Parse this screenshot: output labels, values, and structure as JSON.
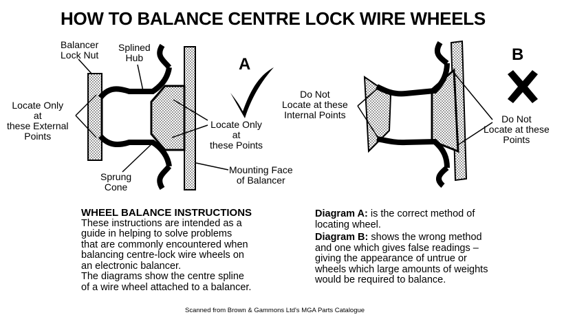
{
  "title": "HOW TO BALANCE CENTRE LOCK WIRE WHEELS",
  "diagram_a": {
    "letter": "A",
    "lock_nut": [
      "Balancer",
      "Lock Nut"
    ],
    "hub": [
      "Splined",
      "Hub"
    ],
    "external": [
      "Locate Only",
      "at",
      "these External",
      "Points"
    ],
    "points": [
      "Locate Only",
      "at",
      "these Points"
    ],
    "cone": [
      "Sprung",
      "Cone"
    ],
    "face": [
      "Mounting Face",
      "of Balancer"
    ]
  },
  "diagram_b": {
    "letter": "B",
    "internal": [
      "Do Not",
      "Locate at these",
      "Internal Points"
    ],
    "points": [
      "Do Not",
      "Locate at these",
      "Points"
    ]
  },
  "instructions": {
    "heading": "WHEEL BALANCE INSTRUCTIONS",
    "lines": [
      "These instructions are intended as a",
      "guide in helping to solve problems",
      "that are commonly encountered when",
      "balancing centre-lock wire wheels on",
      "an electronic balancer.",
      "The diagrams show the centre spline",
      "of a wire wheel attached to a balancer."
    ],
    "a_label": "Diagram A:",
    "a_text": [
      "is the correct method of",
      "locating wheel."
    ],
    "b_label": "Diagram B:",
    "b_text": [
      "shows the wrong method",
      "and one which gives false readings –",
      "giving the appearance of untrue or",
      "wheels which large amounts of weights",
      "would be required to balance."
    ]
  },
  "footer": "Scanned from Brown & Gammons Ltd's MGA Parts Catalogue"
}
